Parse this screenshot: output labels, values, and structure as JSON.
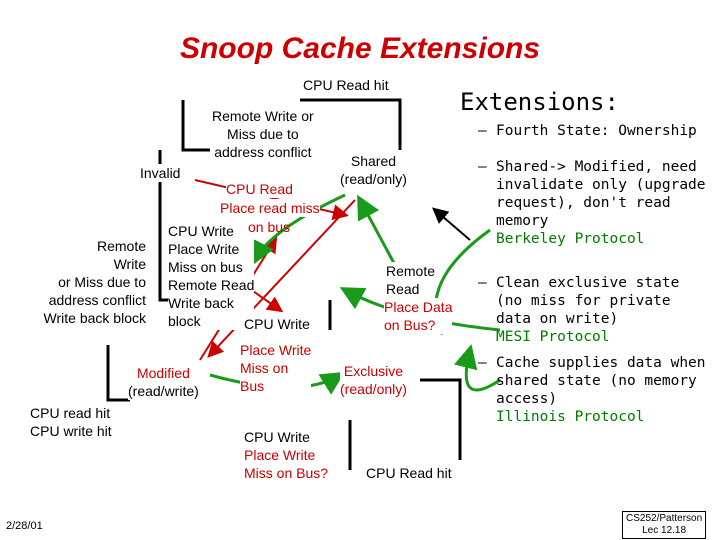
{
  "title": "Snoop Cache Extensions",
  "states": {
    "invalid": "Invalid",
    "shared": [
      "Shared",
      "(read/only)"
    ],
    "modified": [
      "Modified",
      "(read/write)"
    ],
    "exclusive": [
      "Exclusive",
      "(read/only)"
    ]
  },
  "transitions": {
    "cpu_read_hit_top": "CPU Read hit",
    "remote_write_miss": [
      "Remote Write or",
      "Miss due to",
      "address conflict"
    ],
    "cpu_read": "CPU Read",
    "place_read_miss": "Place read miss",
    "on_bus": "on bus",
    "cpu_write_block": [
      "CPU Write",
      "Place Write",
      "Miss on bus",
      "Remote Read",
      "Write back",
      "block"
    ],
    "remote_write_left": [
      "Remote",
      "Write",
      "or  Miss due to",
      "address conflict",
      "Write back block"
    ],
    "cpu_write_mid": "CPU  Write",
    "place_write_miss": [
      "Place Write",
      "Miss on",
      "Bus"
    ],
    "remote_read": [
      "Remote",
      "Read"
    ],
    "place_data": [
      "Place Data",
      "on Bus?"
    ],
    "cpu_read_write_hit": [
      "CPU read hit",
      "CPU write hit"
    ],
    "cpu_write_bottom": [
      "CPU Write",
      "Place Write",
      "Miss on Bus?"
    ],
    "cpu_read_hit_bottom": "CPU Read hit"
  },
  "extensions": {
    "heading": "Extensions:",
    "items": [
      {
        "text": "Fourth State: Ownership",
        "note": ""
      },
      {
        "text": "Shared-> Modified, need invalidate only (upgrade request), don't read memory",
        "note": "Berkeley Protocol"
      },
      {
        "text": "Clean exclusive state (no miss for private data on write)",
        "note": "MESI Protocol"
      },
      {
        "text": "Cache supplies data when shared state (no memory access)",
        "note": "Illinois Protocol"
      }
    ]
  },
  "footer": {
    "date": "2/28/01",
    "course": "CS252/Patterson",
    "lecture": "Lec 12.18"
  },
  "colors": {
    "title": "#cc0000",
    "arrow_red": "#cc0000",
    "arrow_green": "#1a9a1a"
  }
}
